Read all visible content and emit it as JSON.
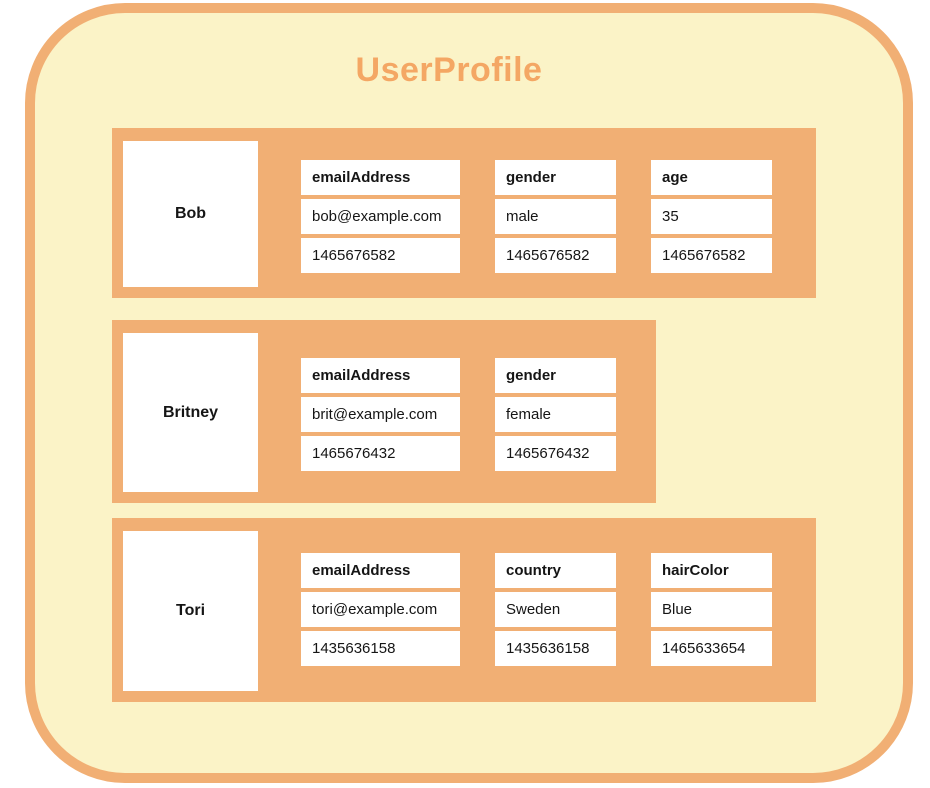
{
  "diagram": {
    "title": "UserProfile",
    "rows": [
      {
        "key": "Bob",
        "columns": [
          {
            "name": "emailAddress",
            "value": "bob@example.com",
            "timestamp": "1465676582"
          },
          {
            "name": "gender",
            "value": "male",
            "timestamp": "1465676582"
          },
          {
            "name": "age",
            "value": "35",
            "timestamp": "1465676582"
          }
        ]
      },
      {
        "key": "Britney",
        "columns": [
          {
            "name": "emailAddress",
            "value": "brit@example.com",
            "timestamp": "1465676432"
          },
          {
            "name": "gender",
            "value": "female",
            "timestamp": "1465676432"
          }
        ]
      },
      {
        "key": "Tori",
        "columns": [
          {
            "name": "emailAddress",
            "value": "tori@example.com",
            "timestamp": "1435636158"
          },
          {
            "name": "country",
            "value": "Sweden",
            "timestamp": "1435636158"
          },
          {
            "name": "hairColor",
            "value": "Blue",
            "timestamp": "1465633654"
          }
        ]
      }
    ]
  },
  "colors": {
    "accent_orange": "#F1AF74",
    "title_orange": "#F4A764",
    "background_yellow": "#FBF3C7",
    "cell_white": "#FFFFFF",
    "text": "#151515",
    "page_background": "#FFFFFF"
  }
}
